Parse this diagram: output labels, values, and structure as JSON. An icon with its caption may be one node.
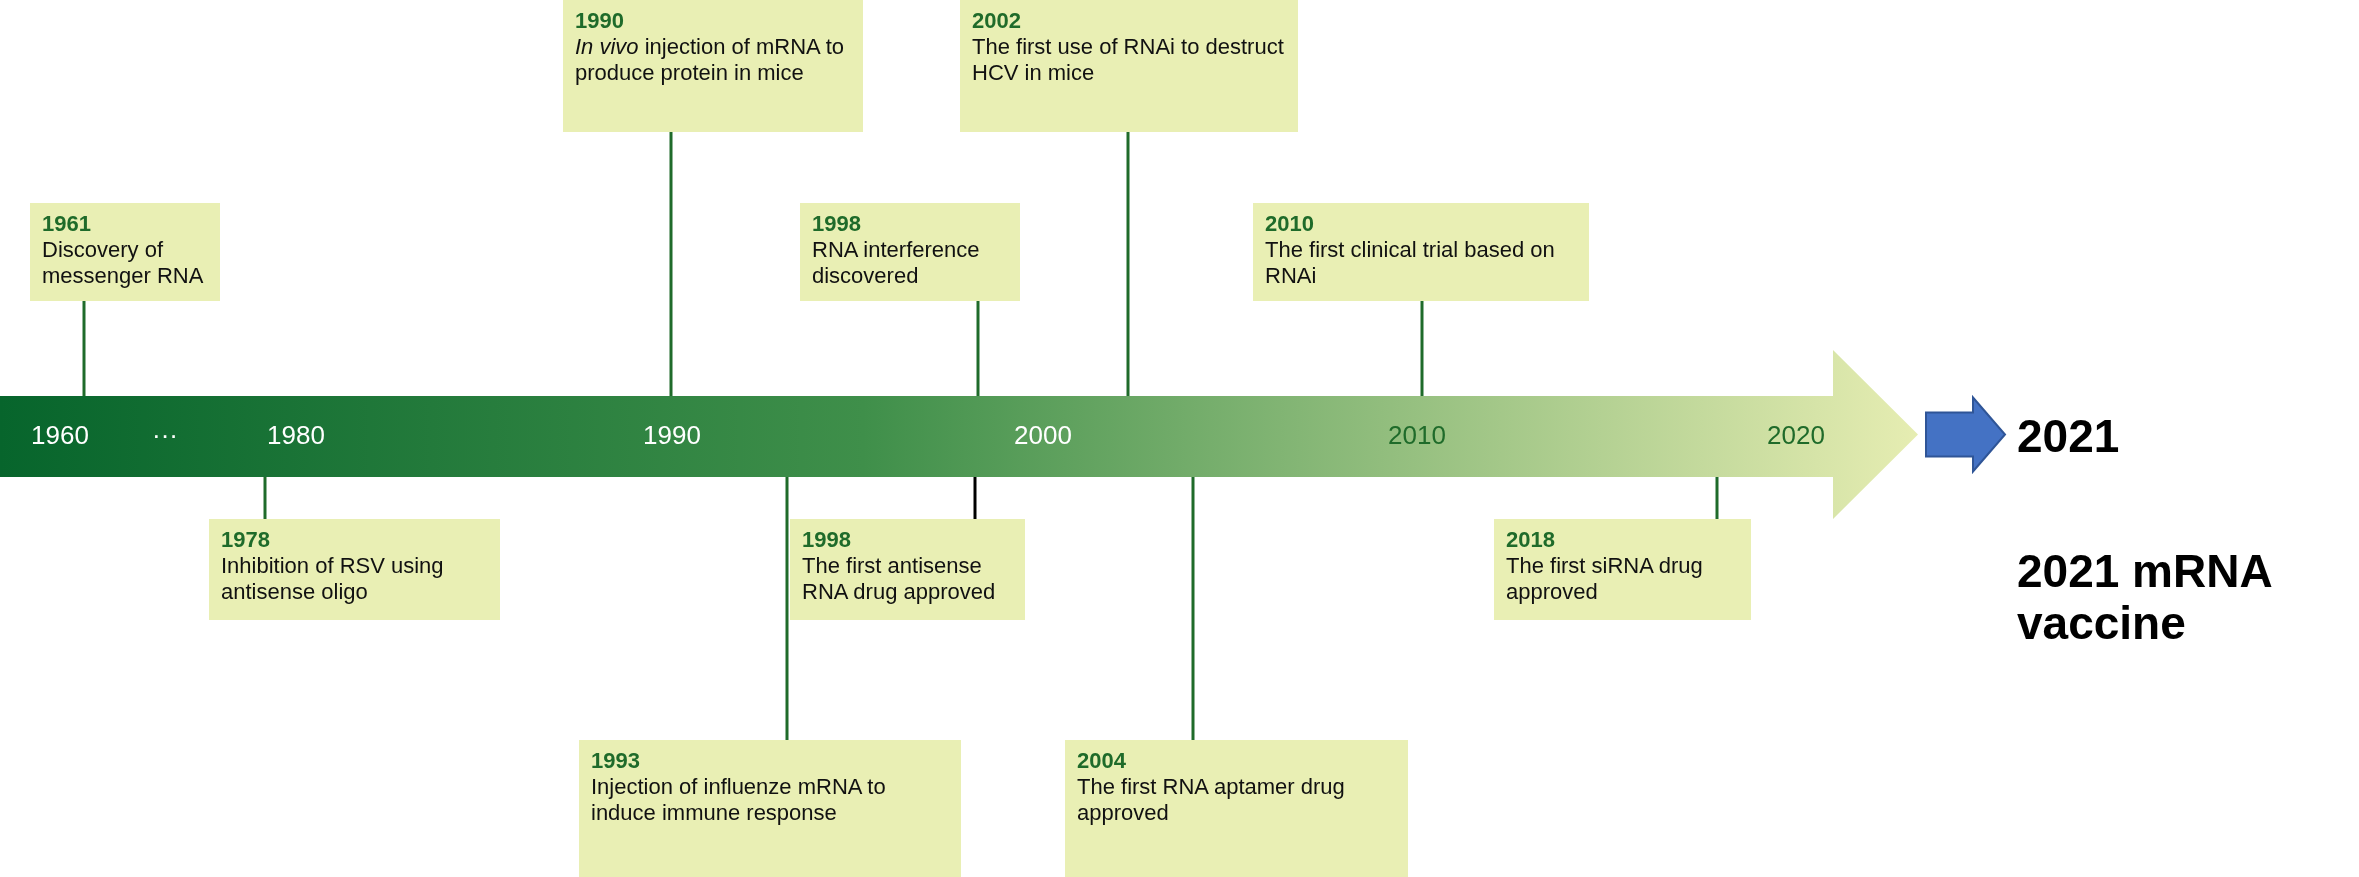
{
  "diagram": {
    "nodes": [
      {
        "text": [
          "1990",
          "*In vivo* injection of mRNA to produce protein in mice"
        ]
      },
      {
        "text": [
          "2002",
          "The first use of RNAi to destruct HCV in mice"
        ]
      },
      {
        "text": [
          "1961",
          "Discovery of messenger RNA"
        ]
      },
      {
        "text": [
          "1998",
          "RNA interference discovered"
        ]
      },
      {
        "text": [
          "2010",
          "The first clinical trial based on RNAi"
        ]
      },
      {
        "text": [
          "1960",
          "···",
          "1980",
          "1990",
          "2000",
          "2010",
          "2020"
        ]
      },
      {
        "text": [
          "2021"
        ]
      },
      {
        "text": [
          "1978",
          "Inhibition of RSV using antisense oligo"
        ]
      },
      {
        "text": [
          "1998",
          "The first antisense RNA drug approved"
        ]
      },
      {
        "text": [
          "2018",
          "The first siRNA drug approved"
        ]
      },
      {
        "text": [
          "1993",
          "Injection of influenze mRNA to induce immune response"
        ]
      },
      {
        "text": [
          "2004",
          "The first RNA aptamer drug approved"
        ]
      }
    ],
    "edges": [
      {
        "from": 0,
        "to": 5,
        "arrow": "none"
      },
      {
        "from": 1,
        "to": 5,
        "arrow": "none"
      },
      {
        "from": 2,
        "to": 5,
        "arrow": "none"
      },
      {
        "from": 3,
        "to": 5,
        "arrow": "none"
      },
      {
        "from": 4,
        "to": 5,
        "arrow": "none"
      },
      {
        "from": 7,
        "to": 5,
        "arrow": "none"
      },
      {
        "from": 8,
        "to": 5,
        "arrow": "none",
        "color": "#000000"
      },
      {
        "from": 9,
        "to": 5,
        "arrow": "none"
      },
      {
        "from": 10,
        "to": 5,
        "arrow": "none"
      },
      {
        "from": 11,
        "to": 5,
        "arrow": "none"
      },
      {
        "from": 5,
        "to": 6,
        "arrow": "to",
        "style": "thick",
        "color": "#4472c4"
      }
    ],
    "labels": [
      "2021 mRNA vaccine"
    ]
  }
}
